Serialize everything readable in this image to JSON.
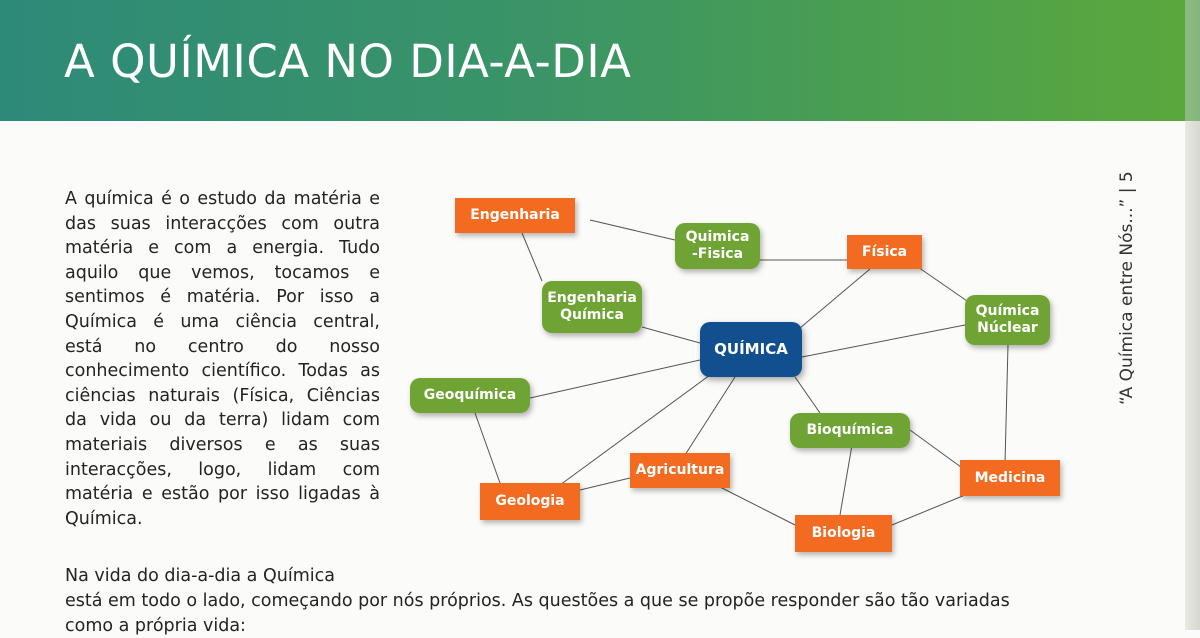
{
  "header": {
    "title": "A QUÍMICA NO DIA-A-DIA"
  },
  "side": {
    "running_head": "“A Química entre Nós...” | 5"
  },
  "body": {
    "paragraph1": "A química é o estudo da matéria e das suas interacções com outra matéria e com a energia. Tudo aquilo que vemos, tocamos e sentimos é matéria. Por isso a Química é uma ciência central, está no centro do nosso conhecimento científico. Todas as ciências naturais (Física, Ciências da vida ou da terra) lidam com materiais diversos e as suas interacções, logo, lidam com matéria e estão por isso ligadas à Química.",
    "paragraph2_line1": "Na vida do dia-a-dia a Química",
    "paragraph2_rest": "está em todo o lado, começando por nós próprios. As questões a que se propõe responder são tão variadas como a própria vida:"
  },
  "diagram": {
    "colors": {
      "orange": "#f26b21",
      "green": "#6fa333",
      "blue": "#124f8f"
    },
    "nodes": {
      "engenharia": "Engenharia",
      "quimica_fisica_1": "Quimica",
      "quimica_fisica_2": "-Fisica",
      "fisica": "Física",
      "engenharia_quimica_1": "Engenharia",
      "engenharia_quimica_2": "Química",
      "quimica": "QUÍMICA",
      "quimica_nuclear_1": "Química",
      "quimica_nuclear_2": "Núclear",
      "geoquimica": "Geoquímica",
      "bioquimica": "Bioquímica",
      "agricultura": "Agricultura",
      "medicina": "Medicina",
      "geologia": "Geologia",
      "biologia": "Biologia"
    }
  }
}
